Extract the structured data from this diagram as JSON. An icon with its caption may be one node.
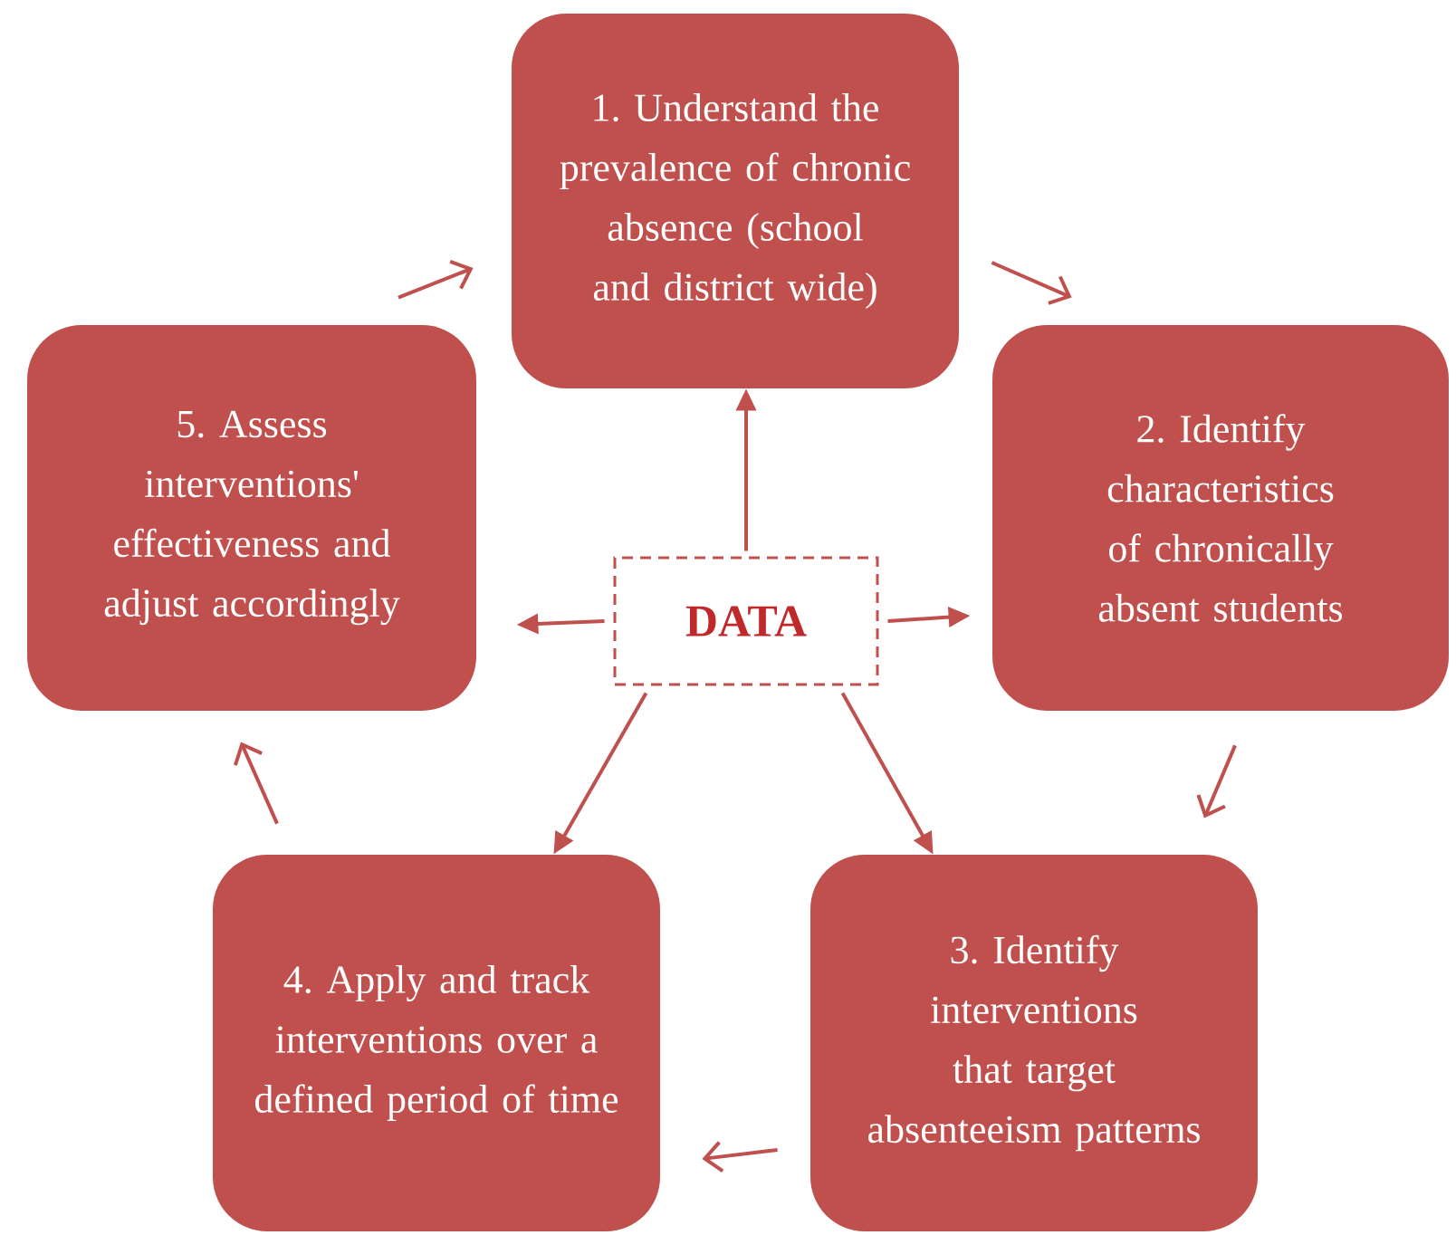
{
  "diagram": {
    "nodes": [
      {
        "text": [
          "1. Understand the prevalence of chronic absence (school and district wide)"
        ]
      },
      {
        "text": [
          "2. Identify characteristics of chronically absent students"
        ]
      },
      {
        "text": [
          "3. Identify interventions that target absenteeism patterns"
        ]
      },
      {
        "text": [
          "4. Apply and track interventions over a defined period of time"
        ]
      },
      {
        "text": [
          "5. Assess interventions' effectiveness and adjust accordingly"
        ]
      },
      {
        "text": [
          "DATA"
        ]
      }
    ],
    "edges": [
      {
        "from": 0,
        "to": 1,
        "arrow": "to"
      },
      {
        "from": 1,
        "to": 2,
        "arrow": "to"
      },
      {
        "from": 2,
        "to": 3,
        "arrow": "to"
      },
      {
        "from": 3,
        "to": 4,
        "arrow": "to"
      },
      {
        "from": 4,
        "to": 0,
        "arrow": "to"
      },
      {
        "from": 5,
        "to": 0,
        "arrow": "to"
      },
      {
        "from": 5,
        "to": 4,
        "arrow": "to"
      },
      {
        "from": 5,
        "to": 1,
        "arrow": "to"
      },
      {
        "from": 5,
        "to": 3,
        "arrow": "to"
      },
      {
        "from": 5,
        "to": 2,
        "arrow": "to"
      }
    ]
  }
}
